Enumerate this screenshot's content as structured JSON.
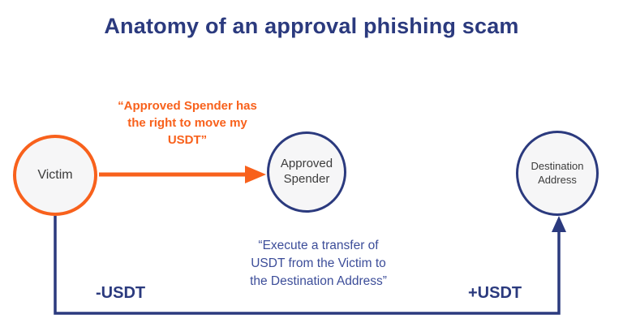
{
  "title": "Anatomy of an approval phishing scam",
  "nodes": {
    "victim": {
      "label": "Victim"
    },
    "approved_spender": {
      "label": "Approved Spender"
    },
    "destination_address": {
      "label": "Destination Address"
    }
  },
  "annotations": {
    "approval_quote_lines": [
      "“Approved Spender has",
      "the right to move my",
      "USDT”"
    ],
    "transfer_quote_lines": [
      "“Execute a transfer of",
      "USDT from the Victim to",
      "the Destination Address”"
    ],
    "victim_amount": "-USDT",
    "destination_amount": "+USDT"
  },
  "colors": {
    "navy": "#2B3A7E",
    "orange": "#F8611C",
    "quote_blue": "#3C4D99",
    "node_fill": "#F6F6F7",
    "node_text": "#3C3C3C",
    "background": "#FFFFFF"
  }
}
